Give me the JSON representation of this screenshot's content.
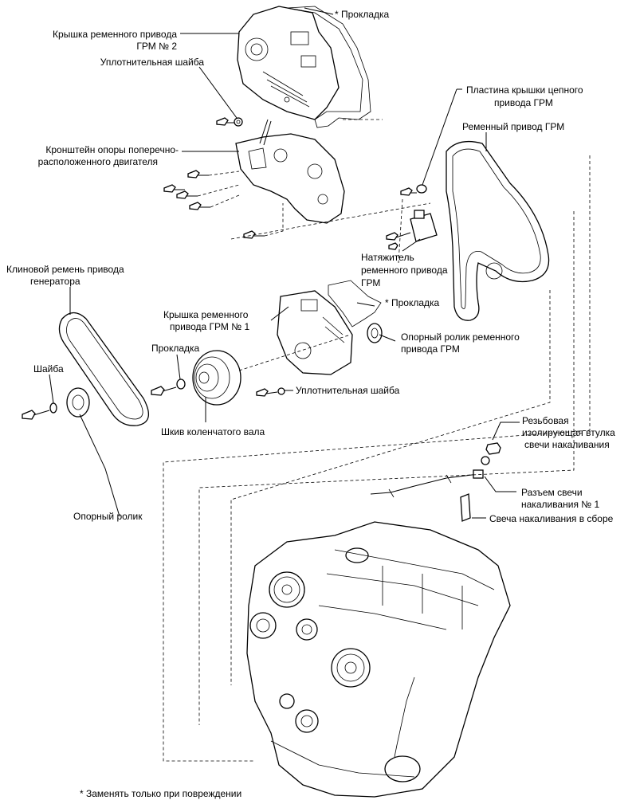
{
  "labels": {
    "gasket_top": "* Прокладка",
    "cover2_line1": "Крышка ременного привода",
    "cover2_line2": "ГРМ № 2",
    "seal_washer_top": "Уплотнительная шайба",
    "bracket_line1": "Кронштейн опоры поперечно-",
    "bracket_line2": "расположенного двигателя",
    "chain_plate_line1": "Пластина крышки цепного",
    "chain_plate_line2": "привода ГРМ",
    "timing_belt": "Ременный привод ГРМ",
    "tensioner_line1": "Натяжитель",
    "tensioner_line2": "ременного привода",
    "tensioner_line3": "ГРМ",
    "vbelt_line1": "Клиновой ремень привода",
    "vbelt_line2": "генератора",
    "cover1_line1": "Крышка ременного",
    "cover1_line2": "привода ГРМ № 1",
    "gasket_mid": "* Прокладка",
    "idler_timing_line1": "Опорный ролик ременного",
    "idler_timing_line2": "привода ГРМ",
    "gasket_small": "Прокладка",
    "washer": "Шайба",
    "seal_washer_mid": "Уплотнительная шайба",
    "crank_pulley": "Шкив коленчатого вала",
    "threaded_sleeve_line1": "Резьбовая",
    "threaded_sleeve_line2": "изолирующая втулка",
    "threaded_sleeve_line3": "свечи накаливания",
    "connector_line1": "Разъем свечи",
    "connector_line2": "накаливания № 1",
    "glow_plug": "Свеча накаливания в сборе",
    "idler_roller": "Опорный ролик",
    "footnote": "* Заменять только при повреждении"
  }
}
